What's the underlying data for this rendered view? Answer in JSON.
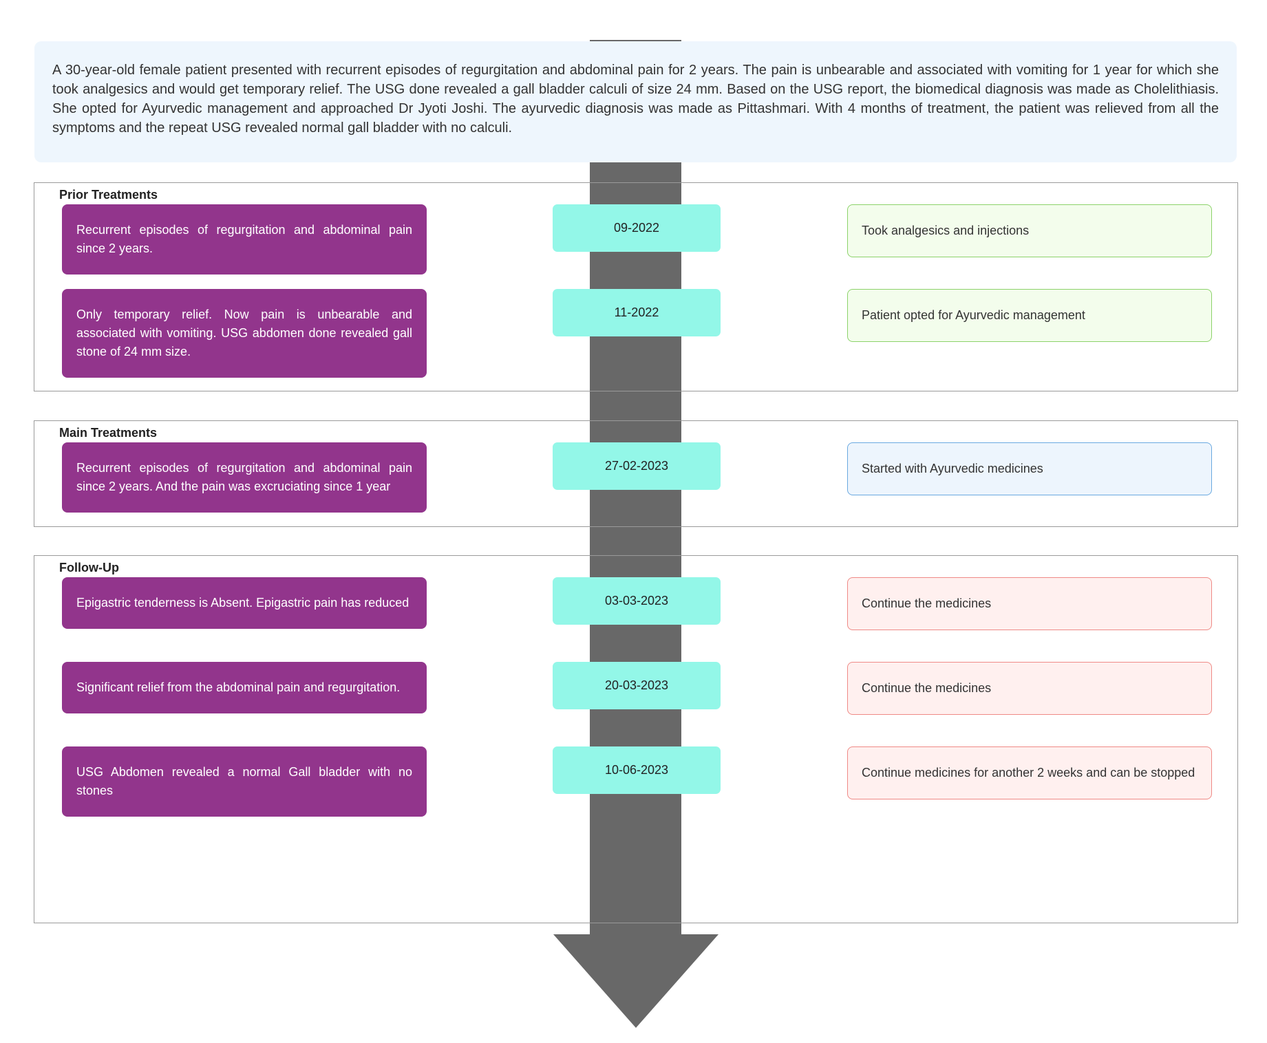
{
  "summary": "A 30-year-old female patient presented with recurrent episodes of regurgitation and abdominal pain for 2 years. The pain is unbearable and associated with vomiting for 1 year for which she took analgesics and would get temporary relief. The USG done revealed a gall bladder calculi of size 24 mm. Based on the USG report, the biomedical diagnosis was made as Cholelithiasis. She opted for Ayurvedic management and approached Dr Jyoti Joshi. The ayurvedic diagnosis was made as Pittashmari. With 4 months of treatment, the patient was relieved from all the symptoms and the repeat USG revealed normal gall bladder with no calculi.",
  "sections": [
    {
      "title": "Prior Treatments",
      "rows": [
        {
          "event": "Recurrent episodes of regurgitation and abdominal pain since 2 years.",
          "date": "09-2022",
          "action": "Took analgesics and injections"
        },
        {
          "event": "Only temporary relief. Now pain is unbearable and associated with vomiting. USG abdomen done revealed gall stone of 24 mm size.",
          "date": "11-2022",
          "action": "Patient opted for Ayurvedic management"
        }
      ]
    },
    {
      "title": "Main Treatments",
      "rows": [
        {
          "event": "Recurrent episodes of regurgitation and abdominal pain since 2 years. And the pain was excruciating since 1 year",
          "date": "27-02-2023",
          "action": "Started with Ayurvedic medicines"
        }
      ]
    },
    {
      "title": "Follow-Up",
      "rows": [
        {
          "event": "Epigastric tenderness is Absent. Epigastric pain has reduced",
          "date": "03-03-2023",
          "action": "Continue the medicines"
        },
        {
          "event": "Significant relief from the abdominal pain and regurgitation.",
          "date": "20-03-2023",
          "action": "Continue the medicines"
        },
        {
          "event": "USG Abdomen revealed a normal Gall bladder with no stones",
          "date": "10-06-2023",
          "action": "Continue medicines for another 2 weeks and can be stopped"
        }
      ]
    }
  ],
  "colors": {
    "arrow": "#686868",
    "event_box": "#92358c",
    "date_box": "#93f7e8",
    "prior_action": "#f3fdec",
    "main_action": "#edf5fd",
    "followup_action": "#fff0ef"
  }
}
